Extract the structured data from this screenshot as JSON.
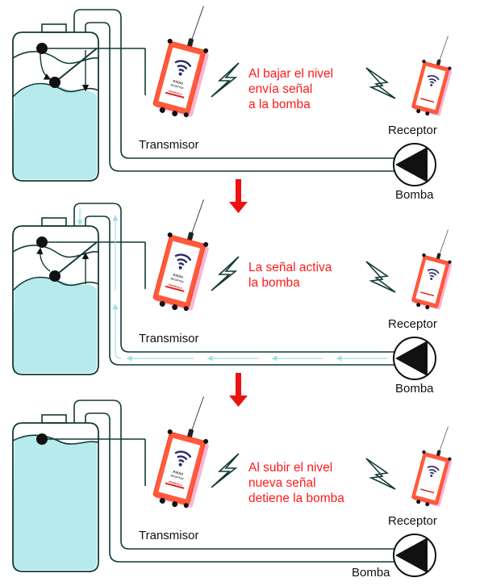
{
  "title": "Sistema de control de nivel por radio",
  "colors": {
    "line": "#123a36",
    "water": "#b7eaec",
    "flow": "#9fe0e6",
    "device_body": "#ff5a3c",
    "device_side": "#f7b6d2",
    "device_panel": "#ffffff",
    "wifi": "#2a2a6a",
    "caption": "#ff1a1a",
    "arrow": "#ee1111"
  },
  "device": {
    "label": "RÁDIO",
    "sublabel": "RECEPTOR",
    "brand": "PROMAXLA"
  },
  "stages": [
    {
      "id": "stage-1",
      "state": "level-low",
      "transmitter_label": "Transmisor",
      "receiver_label": "Receptor",
      "pump_label": "Bomba",
      "caption": [
        "Al bajar el nivel",
        "envía señal",
        "a la bomba"
      ],
      "flow_active": false,
      "float_direction": "down"
    },
    {
      "id": "stage-2",
      "state": "pump-active",
      "transmitter_label": "Transmisor",
      "receiver_label": "Receptor",
      "pump_label": "Bomba",
      "caption": [
        "La señal activa",
        "la bomba"
      ],
      "flow_active": true,
      "float_direction": "up"
    },
    {
      "id": "stage-3",
      "state": "level-high",
      "transmitter_label": "Transmisor",
      "receiver_label": "Receptor",
      "pump_label": "Bomba",
      "caption": [
        "Al subir el nivel",
        "nueva señal",
        "detiene la bomba"
      ],
      "flow_active": false,
      "float_direction": "none"
    }
  ]
}
